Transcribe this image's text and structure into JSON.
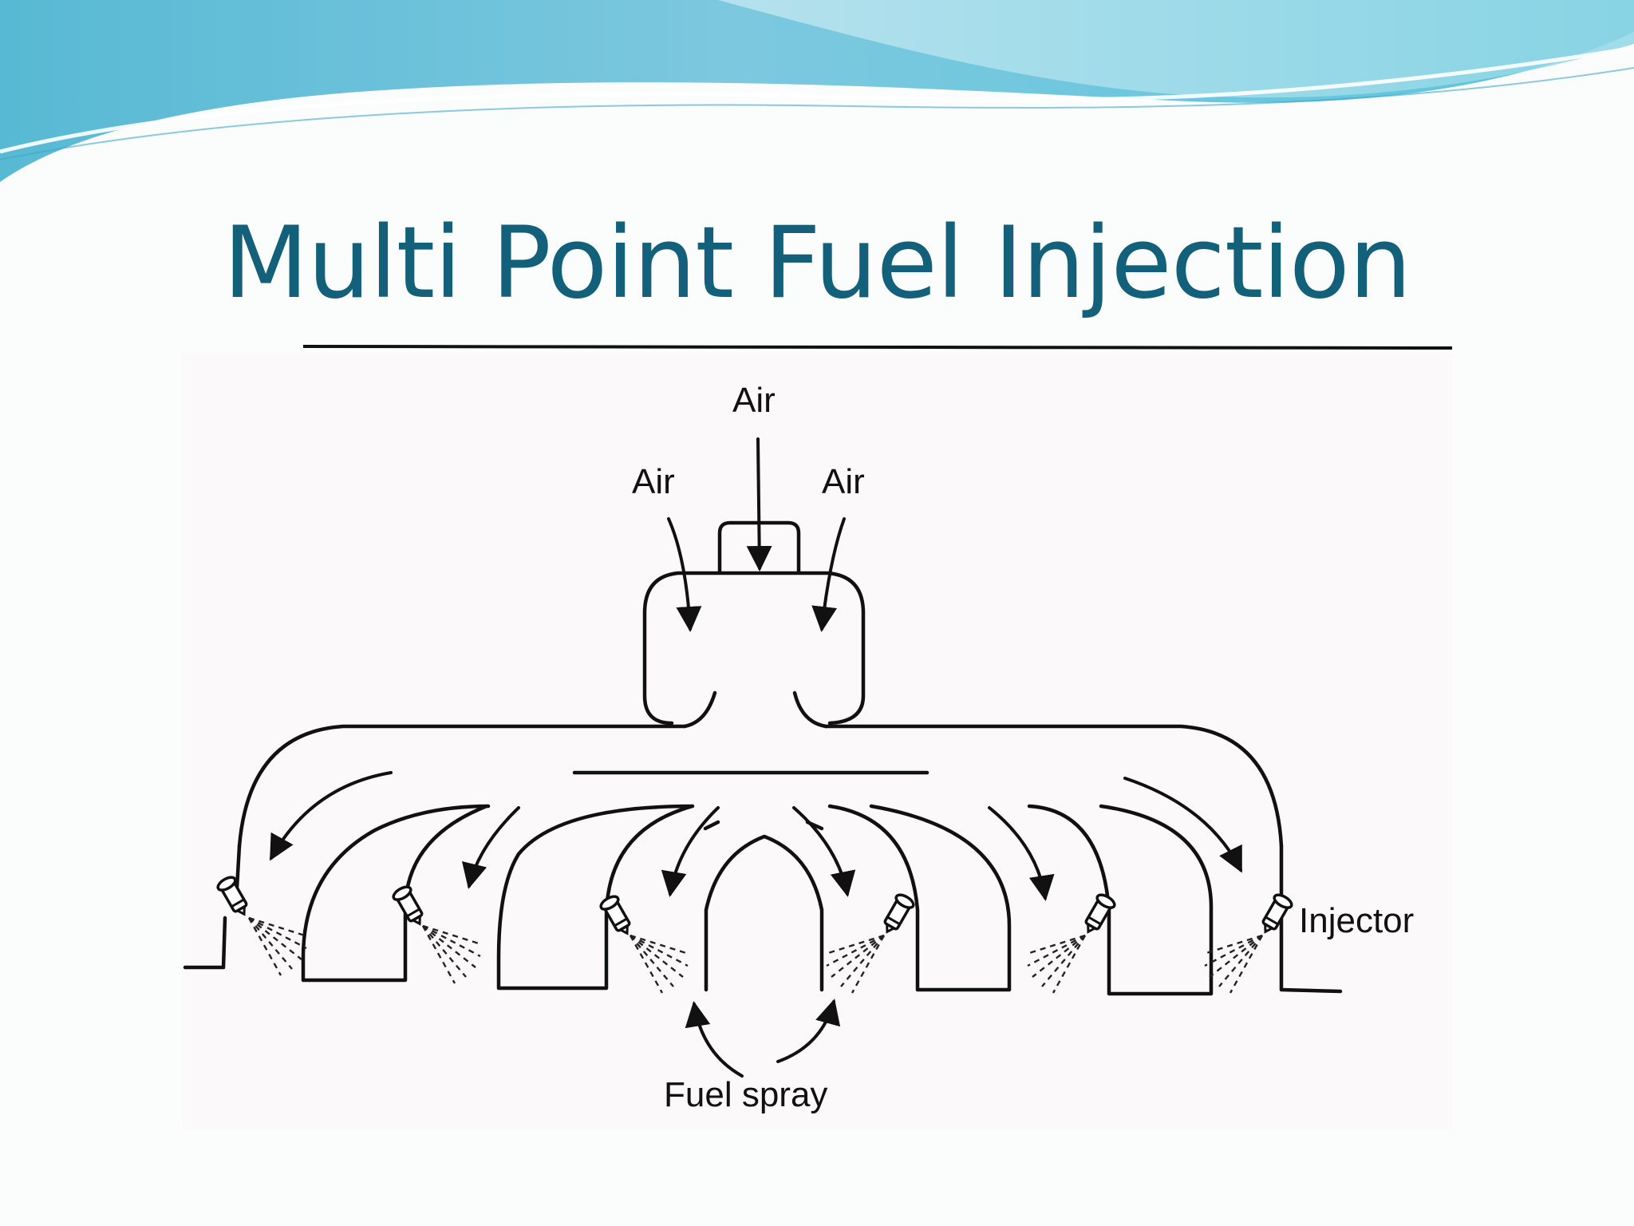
{
  "slide": {
    "title": "Multi Point Fuel Injection"
  },
  "diagram": {
    "labels": {
      "air_top": "Air",
      "air_left": "Air",
      "air_right": "Air",
      "injector": "Injector",
      "fuel_spray": "Fuel spray"
    },
    "colors": {
      "title": "#13607a",
      "wave_dark": "#5bbfd6",
      "wave_light": "#a9e0ec",
      "background": "#fbfcfc"
    },
    "injector_count": 6
  }
}
